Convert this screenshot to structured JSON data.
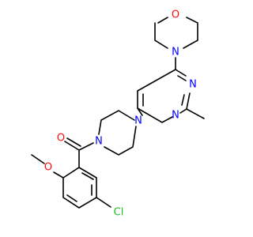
{
  "molecule": {
    "atoms": {
      "morpholine_o": "O",
      "morpholine_n": "N",
      "pyrimidine_n1": "N",
      "pyrimidine_n3": "N",
      "piperazine_n1": "N",
      "piperazine_n4": "N",
      "carbonyl_o": "O",
      "methoxy_o": "O",
      "chlorine": "Cl"
    },
    "colors": {
      "bond": "#000000",
      "oxygen": "#ff0d0d",
      "nitrogen": "#0000ff",
      "chlorine": "#1fc01f"
    }
  }
}
